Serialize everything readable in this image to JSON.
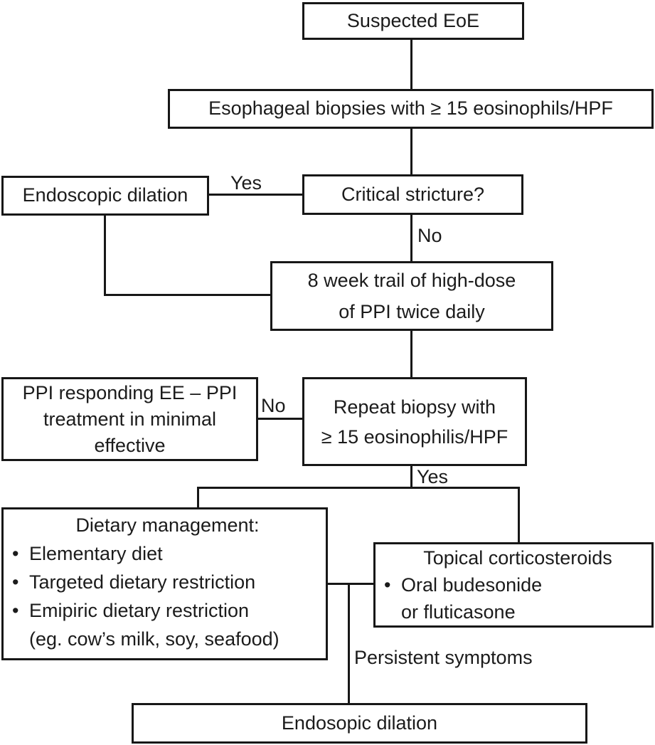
{
  "diagram": {
    "background": "#ffffff",
    "ink_color": "#171717",
    "icons": {
      "bullet": "•"
    },
    "nodes": {
      "suspected": {
        "label": "Suspected EoE"
      },
      "biopsies": {
        "label": "Esophageal biopsies with ≥ 15 eosinophils/HPF"
      },
      "endoscopic_dilation": {
        "label": "Endoscopic dilation"
      },
      "critical_stricture": {
        "label": "Critical stricture?"
      },
      "ppi_trial": {
        "lines": [
          "8 week trail of high-dose",
          "of PPI twice daily"
        ]
      },
      "ppi_responding": {
        "lines": [
          "PPI responding EE – PPI",
          "treatment in minimal",
          "effective"
        ]
      },
      "repeat_biopsy": {
        "lines": [
          "Repeat biopsy with",
          "≥ 15 eosinophilis/HPF"
        ]
      },
      "dietary": {
        "title": "Dietary management:",
        "bullets": [
          "Elementary diet",
          "Targeted dietary restriction",
          "Emipiric dietary restriction"
        ],
        "continuation": "(eg. cow’s milk, soy, seafood)"
      },
      "topical": {
        "title": "Topical corticosteroids",
        "bullets": [
          "Oral budesonide"
        ],
        "continuation": "or fluticasone"
      },
      "endoscopic_dilation_final": {
        "label": "Endosopic dilation"
      }
    },
    "edge_labels": {
      "critical_yes": "Yes",
      "critical_no": "No",
      "repeat_no": "No",
      "repeat_yes": "Yes",
      "persistent_symptoms": "Persistent symptoms"
    }
  }
}
